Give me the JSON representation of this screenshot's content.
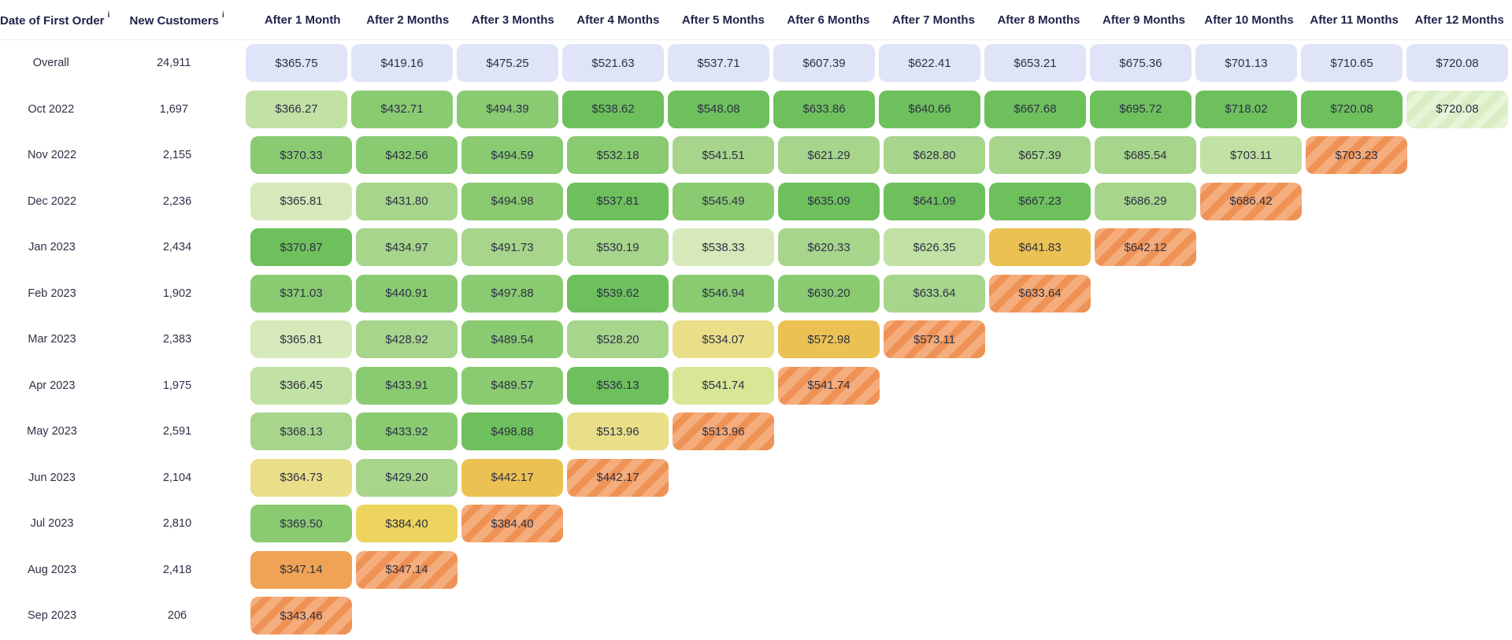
{
  "header": {
    "row_label": "Date of First Order",
    "customers_label": "New Customers",
    "info_icon": "i"
  },
  "palette": {
    "lav": {
      "bg": "#dfe4f9"
    },
    "g1": {
      "bg": "#d6e9ba"
    },
    "g2": {
      "bg": "#c2e1a5"
    },
    "g3": {
      "bg": "#a7d58c"
    },
    "g4": {
      "bg": "#8acb72"
    },
    "g5": {
      "bg": "#6ec05d"
    },
    "y1": {
      "bg": "#eadf89"
    },
    "yg": {
      "bg": "#d8e795"
    },
    "y2": {
      "bg": "#ecc153"
    },
    "y3": {
      "bg": "#ecd45e"
    },
    "o1": {
      "bg": "#f0a355"
    },
    "os": {
      "stripe1": "#f5ad7d",
      "stripe2": "#ee9255"
    },
    "gs": {
      "stripe1": "#daeec5",
      "stripe2": "#e7f4d8"
    }
  },
  "chart_data": {
    "type": "heatmap",
    "columns": [
      "After 1 Month",
      "After 2 Months",
      "After 3 Months",
      "After 4 Months",
      "After 5 Months",
      "After 6 Months",
      "After 7 Months",
      "After 8 Months",
      "After 9 Months",
      "After 10 Months",
      "After 11 Months",
      "After 12 Months"
    ],
    "rows": [
      {
        "cohort": "Overall",
        "new_customers": "24,911",
        "values": [
          "$365.75",
          "$419.16",
          "$475.25",
          "$521.63",
          "$537.71",
          "$607.39",
          "$622.41",
          "$653.21",
          "$675.36",
          "$701.13",
          "$710.65",
          "$720.08"
        ],
        "colors": [
          "lav",
          "lav",
          "lav",
          "lav",
          "lav",
          "lav",
          "lav",
          "lav",
          "lav",
          "lav",
          "lav",
          "lav"
        ]
      },
      {
        "cohort": "Oct 2022",
        "new_customers": "1,697",
        "values": [
          "$366.27",
          "$432.71",
          "$494.39",
          "$538.62",
          "$548.08",
          "$633.86",
          "$640.66",
          "$667.68",
          "$695.72",
          "$718.02",
          "$720.08",
          "$720.08"
        ],
        "colors": [
          "g2",
          "g4",
          "g4",
          "g5",
          "g5",
          "g5",
          "g5",
          "g5",
          "g5",
          "g5",
          "g5",
          "gs"
        ]
      },
      {
        "cohort": "Nov 2022",
        "new_customers": "2,155",
        "values": [
          "$370.33",
          "$432.56",
          "$494.59",
          "$532.18",
          "$541.51",
          "$621.29",
          "$628.80",
          "$657.39",
          "$685.54",
          "$703.11",
          "$703.23"
        ],
        "colors": [
          "g4",
          "g4",
          "g4",
          "g4",
          "g3",
          "g3",
          "g3",
          "g3",
          "g3",
          "g2",
          "os"
        ]
      },
      {
        "cohort": "Dec 2022",
        "new_customers": "2,236",
        "values": [
          "$365.81",
          "$431.80",
          "$494.98",
          "$537.81",
          "$545.49",
          "$635.09",
          "$641.09",
          "$667.23",
          "$686.29",
          "$686.42"
        ],
        "colors": [
          "g1",
          "g3",
          "g4",
          "g5",
          "g4",
          "g5",
          "g5",
          "g5",
          "g3",
          "os"
        ]
      },
      {
        "cohort": "Jan 2023",
        "new_customers": "2,434",
        "values": [
          "$370.87",
          "$434.97",
          "$491.73",
          "$530.19",
          "$538.33",
          "$620.33",
          "$626.35",
          "$641.83",
          "$642.12"
        ],
        "colors": [
          "g5",
          "g3",
          "g3",
          "g3",
          "g1",
          "g3",
          "g2",
          "y2",
          "os"
        ]
      },
      {
        "cohort": "Feb 2023",
        "new_customers": "1,902",
        "values": [
          "$371.03",
          "$440.91",
          "$497.88",
          "$539.62",
          "$546.94",
          "$630.20",
          "$633.64",
          "$633.64"
        ],
        "colors": [
          "g4",
          "g4",
          "g4",
          "g5",
          "g4",
          "g4",
          "g3",
          "os"
        ]
      },
      {
        "cohort": "Mar 2023",
        "new_customers": "2,383",
        "values": [
          "$365.81",
          "$428.92",
          "$489.54",
          "$528.20",
          "$534.07",
          "$572.98",
          "$573.11"
        ],
        "colors": [
          "g1",
          "g3",
          "g4",
          "g3",
          "y1",
          "y2",
          "os"
        ]
      },
      {
        "cohort": "Apr 2023",
        "new_customers": "1,975",
        "values": [
          "$366.45",
          "$433.91",
          "$489.57",
          "$536.13",
          "$541.74",
          "$541.74"
        ],
        "colors": [
          "g2",
          "g4",
          "g4",
          "g5",
          "yg",
          "os"
        ]
      },
      {
        "cohort": "May 2023",
        "new_customers": "2,591",
        "values": [
          "$368.13",
          "$433.92",
          "$498.88",
          "$513.96",
          "$513.96"
        ],
        "colors": [
          "g3",
          "g4",
          "g5",
          "y1",
          "os"
        ]
      },
      {
        "cohort": "Jun 2023",
        "new_customers": "2,104",
        "values": [
          "$364.73",
          "$429.20",
          "$442.17",
          "$442.17"
        ],
        "colors": [
          "y1",
          "g3",
          "y2",
          "os"
        ]
      },
      {
        "cohort": "Jul 2023",
        "new_customers": "2,810",
        "values": [
          "$369.50",
          "$384.40",
          "$384.40"
        ],
        "colors": [
          "g4",
          "y3",
          "os"
        ]
      },
      {
        "cohort": "Aug 2023",
        "new_customers": "2,418",
        "values": [
          "$347.14",
          "$347.14"
        ],
        "colors": [
          "o1",
          "os"
        ]
      },
      {
        "cohort": "Sep 2023",
        "new_customers": "206",
        "values": [
          "$343.46"
        ],
        "colors": [
          "os"
        ]
      }
    ]
  }
}
